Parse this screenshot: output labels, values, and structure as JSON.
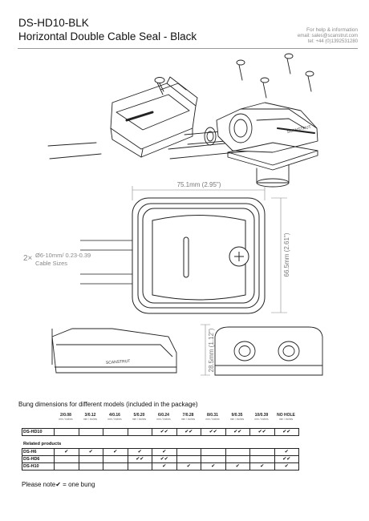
{
  "header": {
    "title_line1": "DS-HD10-BLK",
    "title_line2": "Horizontal Double Cable Seal - Black",
    "help_title": "For help & information",
    "help_email": "email: sales@scanstrut.com",
    "help_tel": "tel: +44 (0)1392531280"
  },
  "drawing": {
    "brand_text": "SCANSTRUT",
    "width_dim": "75.1mm (2.95\")",
    "height_dim": "66.5mm (2.61\")",
    "side_height_dim": "28.5mm (1.12\")",
    "cable_count": "2×",
    "cable_range": "Ø6-10mm/ 0.23-0.39",
    "cable_sizes": "Cable Sizes"
  },
  "bung_table": {
    "title": "Bung dimensions for different models (included in the package)",
    "columns": [
      {
        "label": "2/0.08",
        "sub": "mm / inches"
      },
      {
        "label": "3/0.12",
        "sub": "mm / inches"
      },
      {
        "label": "4/0.16",
        "sub": "mm / inches"
      },
      {
        "label": "5/0.20",
        "sub": "mm / inches"
      },
      {
        "label": "6/0.24",
        "sub": "mm / inches"
      },
      {
        "label": "7/0.28",
        "sub": "mm / inches"
      },
      {
        "label": "8/0.31",
        "sub": "mm / inches"
      },
      {
        "label": "9/0.35",
        "sub": "mm / inches"
      },
      {
        "label": "10/0.39",
        "sub": "mm / inches"
      },
      {
        "label": "NO HOLE",
        "sub": "mm / inches"
      }
    ],
    "main_row": {
      "name": "DS-HD10",
      "cells": [
        "",
        "",
        "",
        "",
        "✔✔",
        "✔✔",
        "✔✔",
        "✔✔",
        "✔✔",
        "✔✔"
      ]
    },
    "related_title": "Related products",
    "related_rows": [
      {
        "name": "DS-H6",
        "cells": [
          "✔",
          "✔",
          "✔",
          "✔",
          "✔",
          "",
          "",
          "",
          "",
          "✔"
        ]
      },
      {
        "name": "DS-HD6",
        "cells": [
          "",
          "",
          "",
          "✔✔",
          "✔✔",
          "",
          "",
          "",
          "",
          "✔✔"
        ]
      },
      {
        "name": "DS-H10",
        "cells": [
          "",
          "",
          "",
          "",
          "✔",
          "✔",
          "✔",
          "✔",
          "✔",
          "✔"
        ]
      }
    ],
    "note": "Please note✔ = one bung"
  }
}
